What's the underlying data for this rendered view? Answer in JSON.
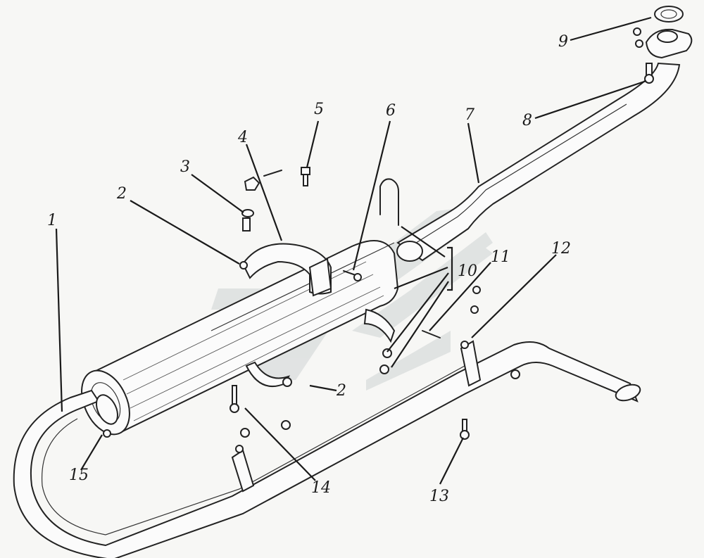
{
  "callouts": {
    "c1": "1",
    "c2a": "2",
    "c2b": "2",
    "c3": "3",
    "c4": "4",
    "c5": "5",
    "c6": "6",
    "c7": "7",
    "c8": "8",
    "c9": "9",
    "c10": "10",
    "c11": "11",
    "c12": "12",
    "c13": "13",
    "c14": "14",
    "c15": "15"
  },
  "colors": {
    "ink": "#1a1a1a",
    "paper": "#f7f7f5",
    "watermark": "#bfc5c6"
  }
}
